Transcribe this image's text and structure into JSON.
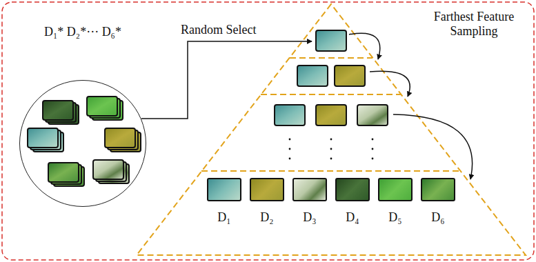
{
  "diagram": {
    "nodes": [
      {
        "text": [
          "D₁* D₂*··· D₆*"
        ]
      },
      {
        "text": [
          "D₁"
        ]
      },
      {
        "text": [
          "D₂"
        ]
      },
      {
        "text": [
          "D₃"
        ]
      },
      {
        "text": [
          "D₄"
        ]
      },
      {
        "text": [
          "D₅"
        ]
      },
      {
        "text": [
          "D₆"
        ]
      }
    ],
    "labels": [
      "Random Select",
      "Farthest Feature Sampling"
    ]
  }
}
